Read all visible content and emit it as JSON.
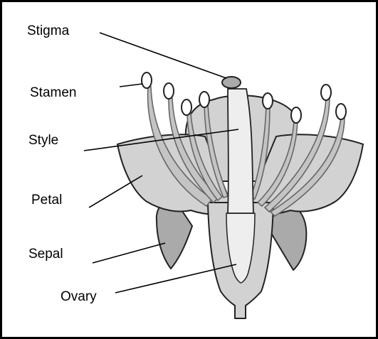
{
  "diagram": {
    "labels": {
      "stigma": "Stigma",
      "stamen": "Stamen",
      "style": "Style",
      "petal": "Petal",
      "sepal": "Sepal",
      "ovary": "Ovary"
    },
    "colors": {
      "outline": "#222222",
      "petal_fill": "#d2d2d2",
      "sepal_fill": "#aaaaaa",
      "ovary_fill": "#eeeeee",
      "stamen_fill": "#c4c4c4",
      "leader_line": "#000000"
    }
  }
}
